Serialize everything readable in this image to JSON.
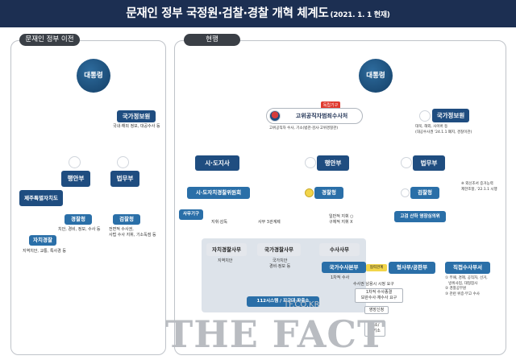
{
  "header": {
    "title": "문재인 정부 국정원·검찰·경찰 개혁 체계도",
    "date": "(2021. 1. 1 현재)"
  },
  "left": {
    "tab": "문재인 정부 이전",
    "president": "대통령",
    "nis": "국가정보원",
    "nis_desc": "국내·해외 정보, 대공수사 등",
    "moi": "행안부",
    "moj": "법무부",
    "jeju": "제주특별자치도",
    "police": "경찰청",
    "police_desc": "치안, 경비, 정보, 수사 등",
    "prosecution": "검찰청",
    "prosecution_desc": "전면적 수사권,\n사법 수사 지휘, 기소독점 등",
    "autonomous_police": "자치경찰",
    "autonomous_desc": "지역치안, 교통, 특사경 등"
  },
  "right": {
    "tab": "현행",
    "president": "대통령",
    "cio_tag": "독립기구",
    "cio": "고위공직자범죄수사처",
    "cio_desc": "고위공직자 수사, 기소(법관·검사·고위경찰관)",
    "nis": "국가정보원",
    "nis_desc": "대북, 해외, 사이버 등\n(대공수사권 '24.1.1 폐지, 경찰이관)",
    "governor": "시·도지사",
    "moi": "행안부",
    "moj": "법무부",
    "city_committee": "시·도자치경찰위원회",
    "police": "경찰청",
    "prosecution": "검찰청",
    "prosecution_note": "※ 외신조서 증거능력\n제한조항, '22.1.1 시행",
    "admin_body": "사무기구",
    "direct_supervision": "지휘·감독",
    "except_investigation": "사무 3관계제",
    "general_command": "일반적 지휘 ○\n구체적 지휘 X",
    "local_affairs": "자치경찰사무",
    "local_affairs_desc": "지역치안",
    "national_affairs": "국가경찰사무",
    "national_affairs_desc": "국가치안\n경비·정보 등",
    "investigation_affairs": "수사사무",
    "nba": "국가수사본부",
    "cooperation": "협력관계",
    "criminal_dept": "형사부/공판부",
    "direct_investigation": "직접수사부서",
    "direct_investigation_desc": "① 부패, 경제, 공직자, 선거,\n   방위사업, 대형참사\n② 경찰공무원\n③ 관련 위증·무고 수사",
    "strengthen_control": "고검 산하 영장심의위",
    "first_investigation": "1차적 수사",
    "request_correction": "수사권 남용시 시정 요구",
    "supplementary": "1차적 수사종결\n보완수사·재수사 요구",
    "warrant": "영장신청",
    "indictment": "기소/\n미기소",
    "precinct": "112시스템 / 지구대·파출소"
  },
  "watermark": {
    "site": "TF.CO.KR",
    "brand": "THE FACT"
  },
  "colors": {
    "header_bg": "#1c2f52",
    "primary_box": "#1f4d80",
    "secondary_box": "#2a6fa8",
    "cooperation_tag": "#f2d54a",
    "cio_tag": "#e03a2f",
    "line": "#4a5a70"
  }
}
